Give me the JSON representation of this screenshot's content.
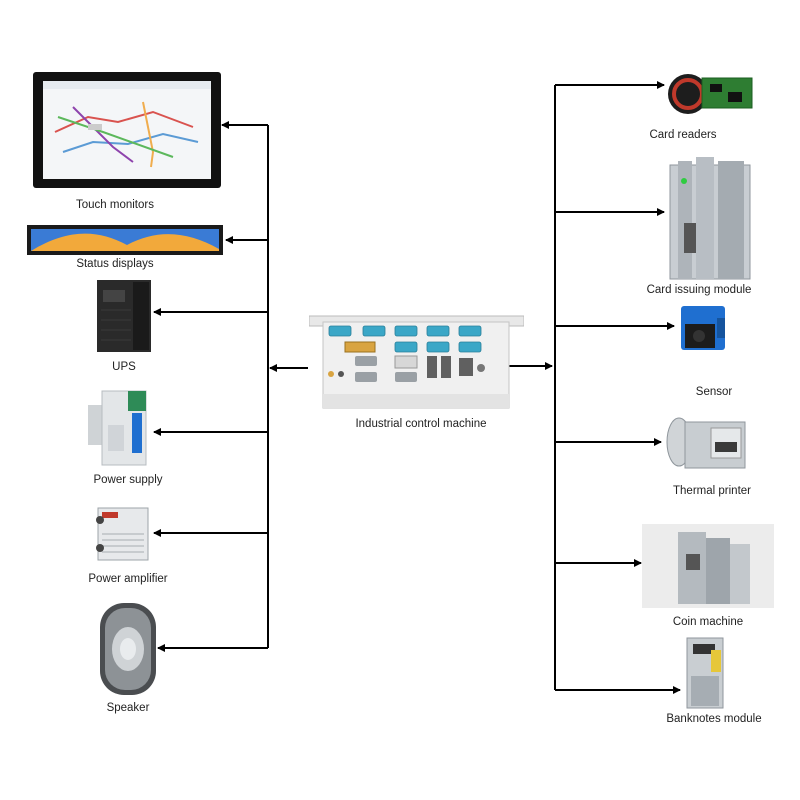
{
  "center": {
    "label": "Industrial control machine"
  },
  "left_devices": [
    {
      "id": "touch",
      "label": "Touch monitors"
    },
    {
      "id": "status",
      "label": "Status displays"
    },
    {
      "id": "ups",
      "label": "UPS"
    },
    {
      "id": "power",
      "label": "Power supply"
    },
    {
      "id": "amp",
      "label": "Power amplifier"
    },
    {
      "id": "speaker",
      "label": "Speaker"
    }
  ],
  "right_devices": [
    {
      "id": "card_readers",
      "label": "Card readers"
    },
    {
      "id": "card_issuing",
      "label": "Card issuing module"
    },
    {
      "id": "sensor",
      "label": "Sensor"
    },
    {
      "id": "printer",
      "label": "Thermal printer"
    },
    {
      "id": "coin",
      "label": "Coin machine"
    },
    {
      "id": "banknote",
      "label": "Banknotes module"
    }
  ],
  "colors": {
    "line": "#000000",
    "sensor_blue": "#1f6fd0",
    "card_red": "#c0392b",
    "pcb_green": "#2e7d32"
  }
}
